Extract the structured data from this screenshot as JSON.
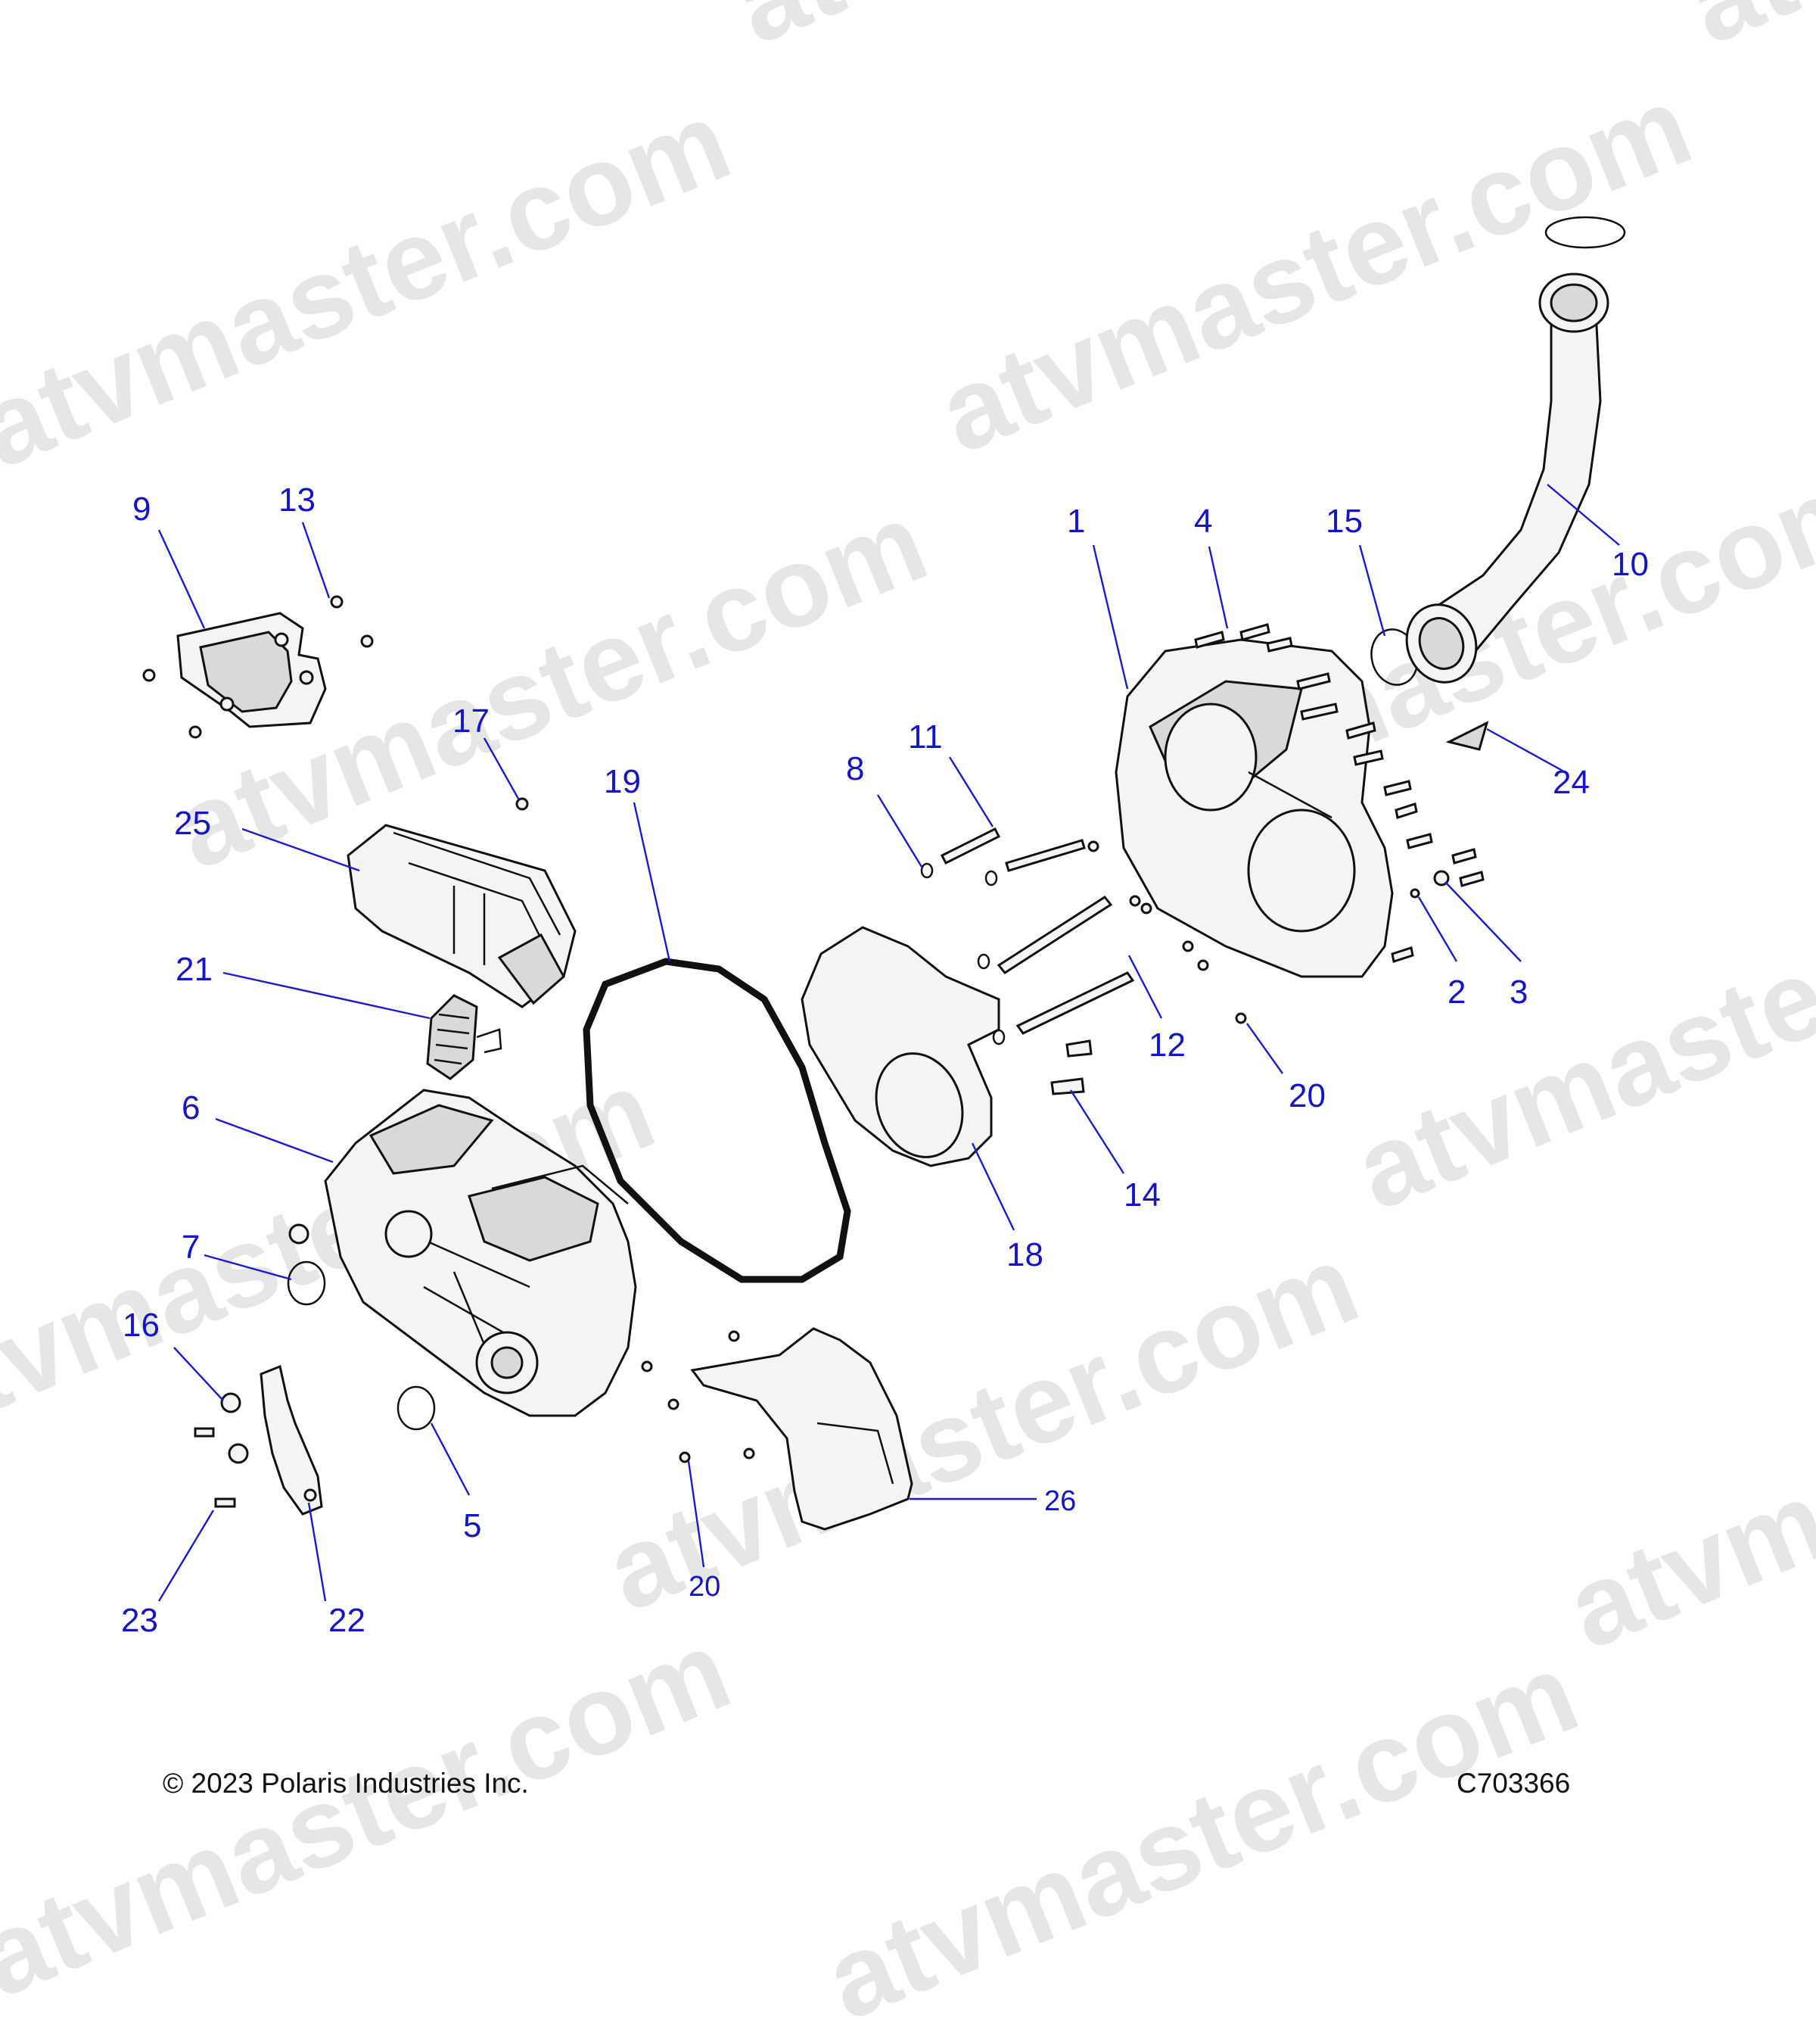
{
  "watermark": {
    "text": "atvmaster.com"
  },
  "callouts": [
    {
      "id": "c1",
      "label": "1"
    },
    {
      "id": "c2",
      "label": "2"
    },
    {
      "id": "c3",
      "label": "3"
    },
    {
      "id": "c4",
      "label": "4"
    },
    {
      "id": "c5",
      "label": "5"
    },
    {
      "id": "c6",
      "label": "6"
    },
    {
      "id": "c7",
      "label": "7"
    },
    {
      "id": "c8",
      "label": "8"
    },
    {
      "id": "c9",
      "label": "9"
    },
    {
      "id": "c10",
      "label": "10"
    },
    {
      "id": "c11",
      "label": "11"
    },
    {
      "id": "c12",
      "label": "12"
    },
    {
      "id": "c13",
      "label": "13"
    },
    {
      "id": "c14",
      "label": "14"
    },
    {
      "id": "c15",
      "label": "15"
    },
    {
      "id": "c16",
      "label": "16"
    },
    {
      "id": "c17",
      "label": "17"
    },
    {
      "id": "c18",
      "label": "18"
    },
    {
      "id": "c19",
      "label": "19"
    },
    {
      "id": "c20a",
      "label": "20"
    },
    {
      "id": "c20b",
      "label": "20"
    },
    {
      "id": "c21",
      "label": "21"
    },
    {
      "id": "c22",
      "label": "22"
    },
    {
      "id": "c23",
      "label": "23"
    },
    {
      "id": "c24",
      "label": "24"
    },
    {
      "id": "c25",
      "label": "25"
    },
    {
      "id": "c26",
      "label": "26"
    }
  ],
  "footer": {
    "copyright": "© 2023 Polaris Industries Inc.",
    "diagram_code": "C703366"
  },
  "colors": {
    "callout": "#1414c8",
    "outline": "#111111",
    "watermark": "#e6e6e6"
  }
}
